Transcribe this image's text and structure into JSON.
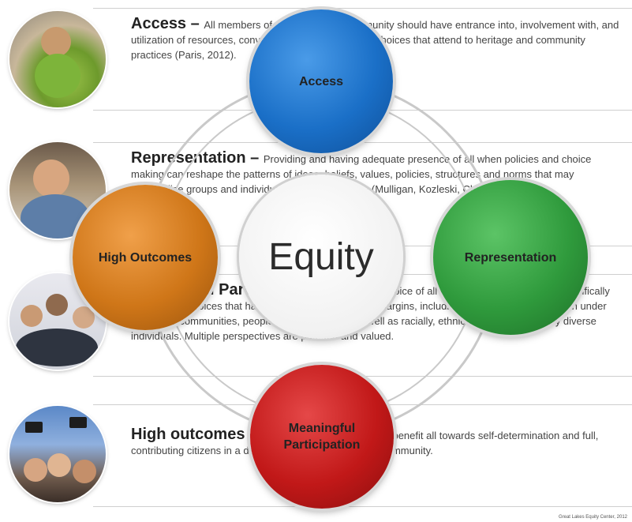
{
  "colors": {
    "access": "#1a6fc7",
    "representation": "#2f9a3c",
    "participation": "#c11818",
    "outcomes": "#cf7618",
    "center": "#f3f3f3"
  },
  "bands": [
    {
      "title": "Access",
      "dash": " – ",
      "text": "All members of an educational community should have entrance into, involvement with, and utilization of resources, conversations, initiatives, and choices that attend to heritage and community practices (Paris, 2012)."
    },
    {
      "title": "Representation",
      "dash": " – ",
      "text": "Providing and having adequate presence of all when policies and choice making can reshape the patterns of ideas, beliefs, values, policies, structures and norms that may marginalize groups and individuals in the community (Mulligan, Kozleski, Chen & Fu, 2012)."
    },
    {
      "title": "Meaningful Participation",
      "dash": " – ",
      "text": "Agency and voice of all members of a community, specifically centering the voices that have been historically on the margins, including but not limited to those in under resourced communities, people with dis/abilities, as well as racially, ethnically, and linguistically diverse individuals. Multiple perspectives are pursued and valued."
    },
    {
      "title": "High outcomes",
      "dash": " – ",
      "text": "Outcomes and expectations benefit all towards self-determination and full, contributing citizens in a democratic society and global community."
    }
  ],
  "center_label": "Equity",
  "nodes": {
    "access": "Access",
    "representation": "Representation",
    "participation": "Meaningful Participation",
    "outcomes": "High Outcomes"
  },
  "credit": "Great Lakes Equity Center, 2012"
}
